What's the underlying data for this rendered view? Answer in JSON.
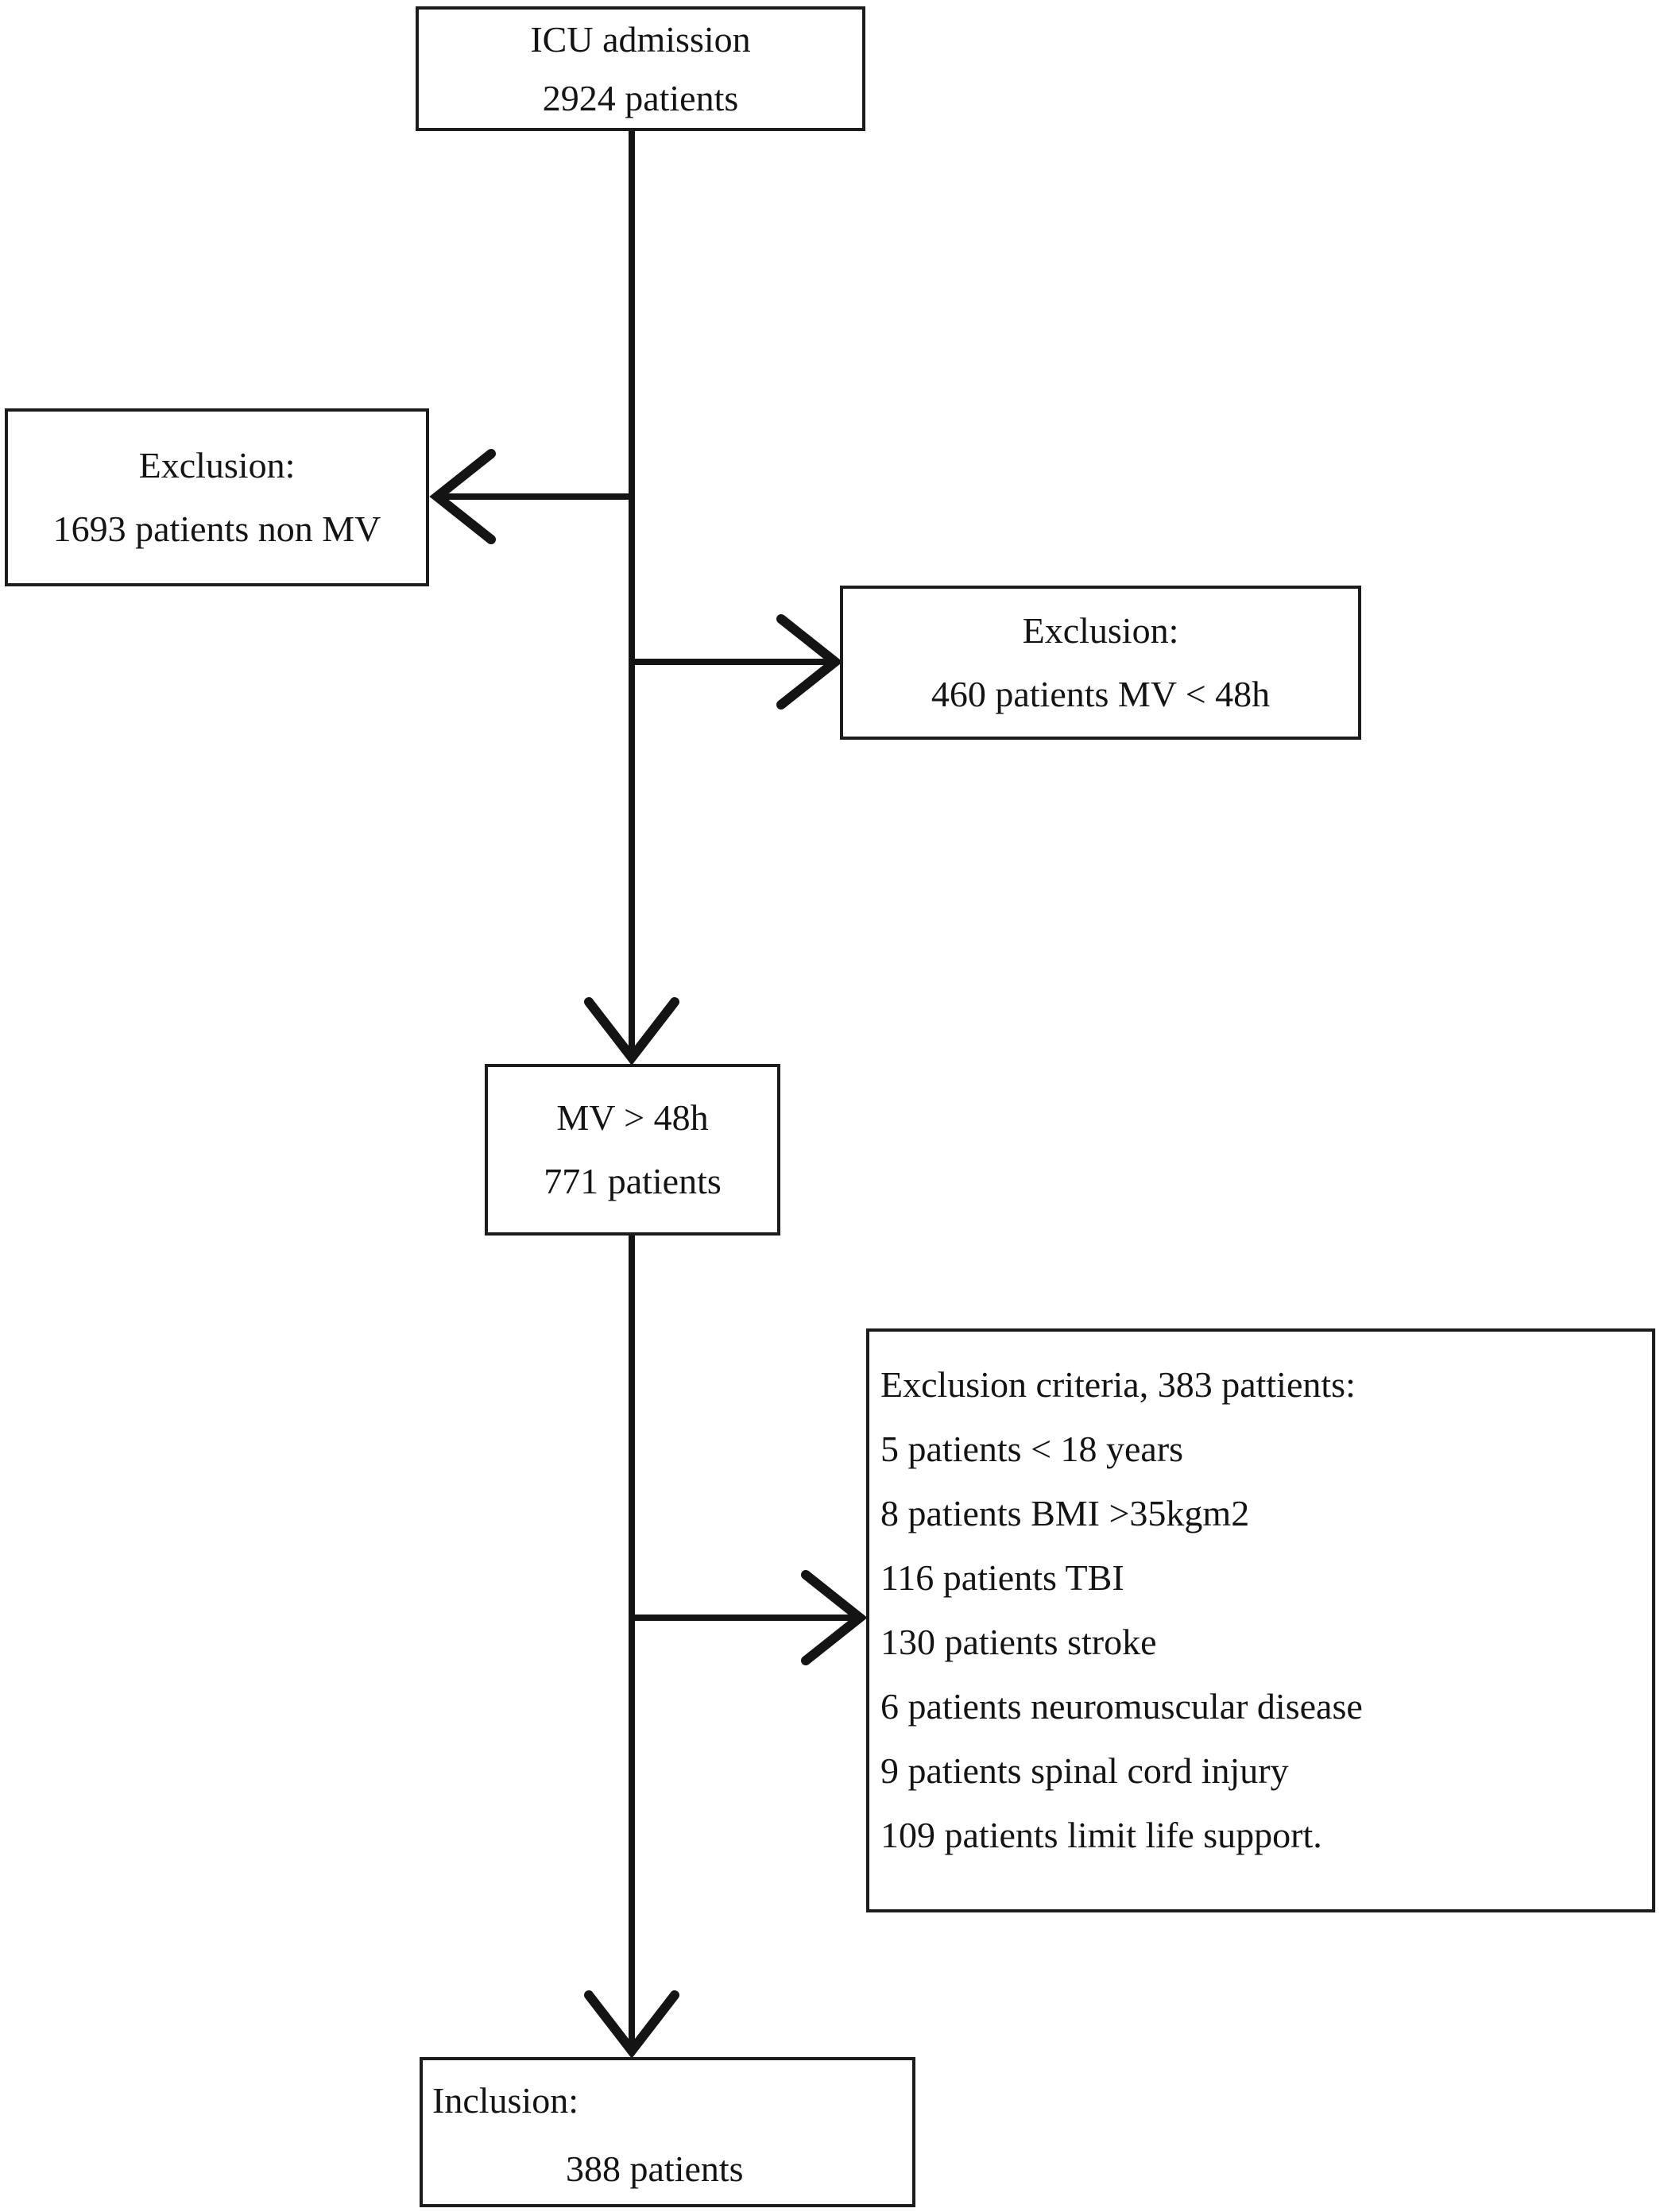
{
  "colors": {
    "background": "#ffffff",
    "ink": "#141414",
    "box_border": "#1c1c1c"
  },
  "boxes": {
    "icu_admission": {
      "lines": [
        "ICU admission",
        "2924 patients"
      ]
    },
    "exclusion_non_mv": {
      "lines": [
        "Exclusion:",
        "1693 patients non MV"
      ]
    },
    "exclusion_mv_lt_48h": {
      "lines": [
        "Exclusion:",
        "460 patients MV < 48h"
      ]
    },
    "mv_gt_48h": {
      "lines": [
        "MV > 48h",
        "771 patients"
      ]
    },
    "exclusion_criteria": {
      "lines": [
        "Exclusion criteria, 383 pattients:",
        "5 patients < 18 years",
        "8 patients BMI >35kgm2",
        "116 patients TBI",
        "130 patients stroke",
        "6 patients neuromuscular disease",
        "9 patients spinal cord injury",
        "109 patients limit life support."
      ]
    },
    "inclusion": {
      "lines": [
        "Inclusion:",
        "388 patients"
      ]
    }
  },
  "edges": [
    {
      "from": "icu_admission",
      "to": "exclusion_non_mv"
    },
    {
      "from": "icu_admission",
      "to": "exclusion_mv_lt_48h"
    },
    {
      "from": "icu_admission",
      "to": "mv_gt_48h"
    },
    {
      "from": "mv_gt_48h",
      "to": "exclusion_criteria"
    },
    {
      "from": "mv_gt_48h",
      "to": "inclusion"
    }
  ]
}
